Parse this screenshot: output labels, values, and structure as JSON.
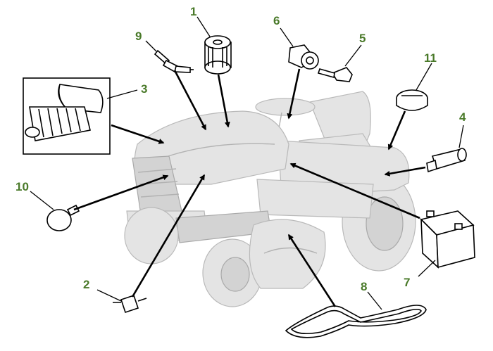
{
  "callouts": {
    "c1": "1",
    "c2": "2",
    "c3": "3",
    "c4": "4",
    "c5": "5",
    "c6": "6",
    "c7": "7",
    "c8": "8",
    "c9": "9",
    "c10": "10",
    "c11": "11"
  },
  "colors": {
    "callout_text": "#4a7a2a",
    "tractor_ghost": "#e4e4e4",
    "part_outline": "#000000"
  }
}
